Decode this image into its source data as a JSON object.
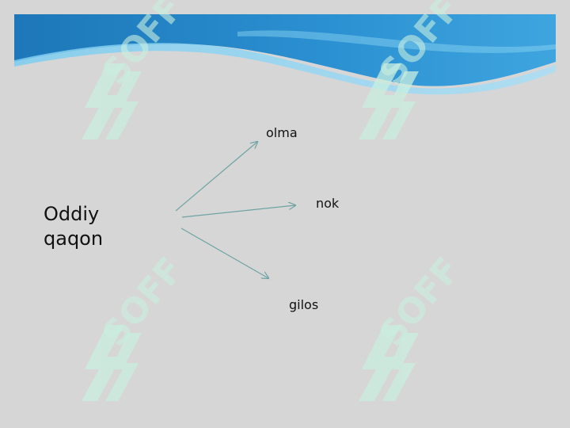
{
  "diagram": {
    "root_label": "Oddiy qaqon",
    "branches": [
      {
        "label": "olma"
      },
      {
        "label": "nok"
      },
      {
        "label": "gilos"
      }
    ]
  },
  "watermark": {
    "text": "SOFF"
  },
  "colors": {
    "background": "#d6d6d6",
    "banner_dark": "#1a6fb0",
    "banner_light": "#6cc3ea",
    "arrow": "#6fa3a3",
    "watermark": "#c9efe0",
    "text": "#111111"
  }
}
